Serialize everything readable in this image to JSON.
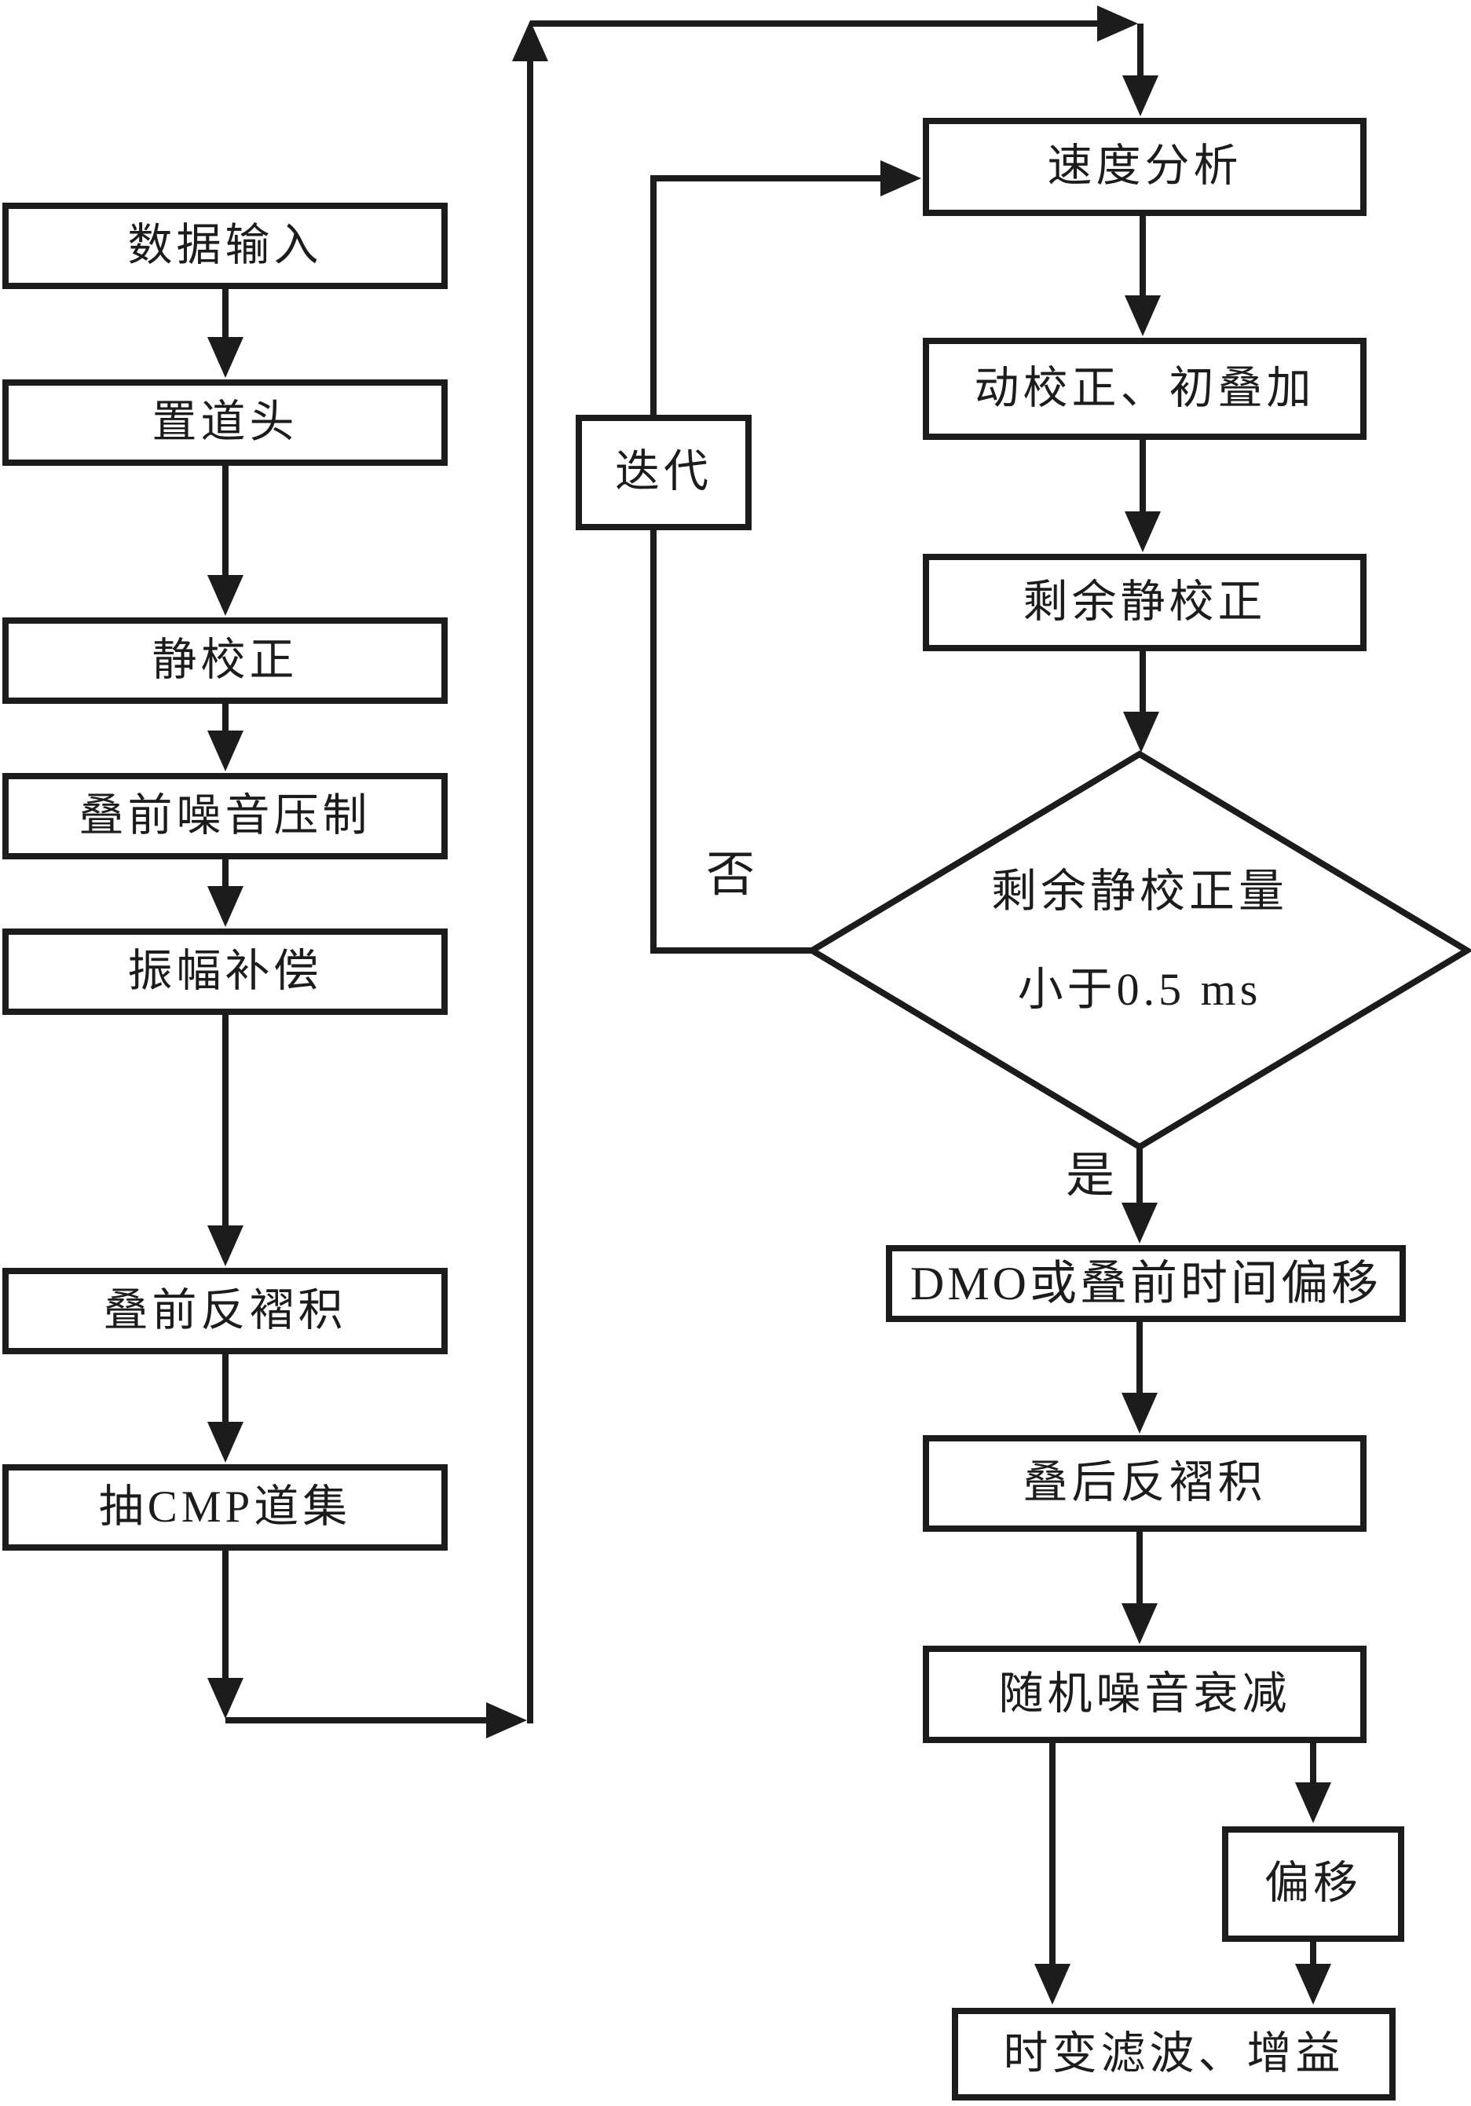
{
  "nodes": {
    "data_input": {
      "label": "数据输入"
    },
    "set_trace_header": {
      "label": "置道头"
    },
    "static_correction": {
      "label": "静校正"
    },
    "prestack_noise_suppression": {
      "label": "叠前噪音压制"
    },
    "amplitude_compensation": {
      "label": "振幅补偿"
    },
    "prestack_deconvolution": {
      "label": "叠前反褶积"
    },
    "extract_cmp_gathers": {
      "label": "抽CMP道集"
    },
    "iteration": {
      "label": "迭代"
    },
    "velocity_analysis": {
      "label": "速度分析"
    },
    "nmo_initial_stack": {
      "label": "动校正、初叠加"
    },
    "residual_static_correction": {
      "label": "剩余静校正"
    },
    "decision_residual_static": {
      "line1": "剩余静校正量",
      "line2": "小于0.5 ms"
    },
    "dmo_or_prestack_time_migration": {
      "label": "DMO或叠前时间偏移"
    },
    "poststack_deconvolution": {
      "label": "叠后反褶积"
    },
    "random_noise_attenuation": {
      "label": "随机噪音衰减"
    },
    "migration": {
      "label": "偏移"
    },
    "time_variant_filter_gain": {
      "label": "时变滤波、增益"
    }
  },
  "branch_labels": {
    "no": "否",
    "yes": "是"
  },
  "colors": {
    "ink": "#1c1c1c",
    "background": "#ffffff"
  }
}
